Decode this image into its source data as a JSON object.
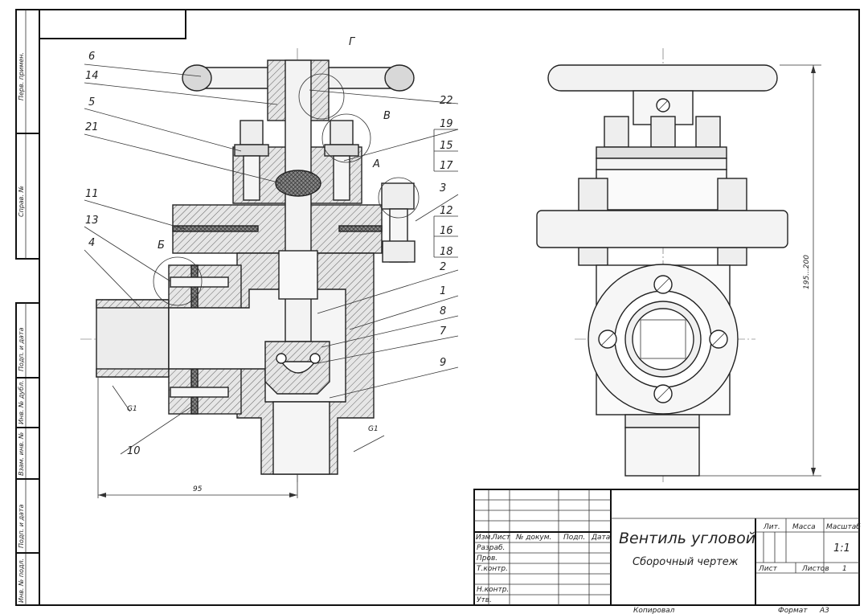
{
  "callouts": {
    "c6": "6",
    "c14": "14",
    "c5": "5",
    "c21": "21",
    "c11": "11",
    "c13": "13",
    "c4": "4",
    "c10": "10",
    "c22": "22",
    "c19": "19",
    "c15": "15",
    "c17": "17",
    "c3": "3",
    "c12": "12",
    "c16": "16",
    "c18": "18",
    "c2": "2",
    "c1": "1",
    "c8": "8",
    "c7": "7",
    "c9": "9"
  },
  "detail_marks": {
    "g": "Г",
    "v": "В",
    "a": "А",
    "b": "Б"
  },
  "thread_labels": {
    "g1_left": "G1",
    "g1_bottom": "G1"
  },
  "dimensions": {
    "width": "95",
    "height": "195...200"
  },
  "side_strip": {
    "perv_primen": "Перв. примен.",
    "sprav": "Справ. №",
    "podp_data_1": "Подп. и дата",
    "inv_dubl": "Инв. № дубл.",
    "vzam_inv": "Взам. инв. №",
    "podp_data_2": "Подп. и дата",
    "inv_podl": "Инв. № подл."
  },
  "title_block": {
    "col_izm": "Изм.",
    "col_list": "Лист",
    "col_dokum": "№ докум.",
    "col_podp": "Подп.",
    "col_data": "Дата",
    "razrab": "Разраб.",
    "prov": "Пров.",
    "tkontr": "Т.контр.",
    "nkontr": "Н.контр.",
    "utv": "Утв.",
    "title": "Вентиль угловой",
    "subtitle": "Сборочный чертеж",
    "lit": "Лит.",
    "massa": "Масса",
    "masshtab": "Масштаб",
    "scale_value": "1:1",
    "list": "Лист",
    "listov": "Листов",
    "listov_value": "1"
  },
  "footer": {
    "kopiroval": "Копировал",
    "format_label": "Формат",
    "format_value": "A3"
  }
}
